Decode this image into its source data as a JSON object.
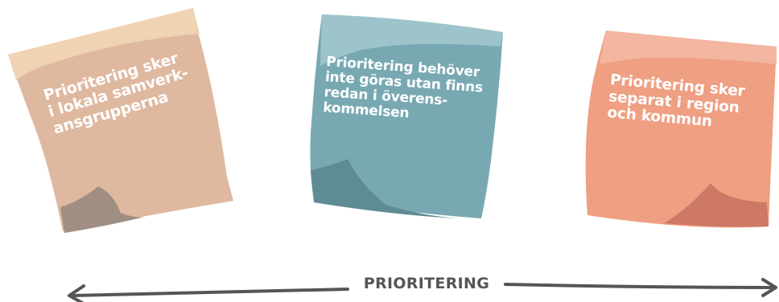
{
  "notes": [
    {
      "text": "Prioritering sker\ni lokala samverk-\nansgrupperna",
      "colors": {
        "body": "#dfb8a0",
        "top": "#efd3b3",
        "fold": "#a08e82"
      }
    },
    {
      "text": "Prioritering behöver\ninte göras utan finns\nredan i överens-\nkommelsen",
      "colors": {
        "body": "#78a9b2",
        "top": "#9dc3cb",
        "fold": "#5e8b94"
      }
    },
    {
      "text": "Prioritering sker\nseparat i region\noch kommun",
      "colors": {
        "body": "#ef9f82",
        "top": "#f3b6a0",
        "fold": "#cd7965"
      }
    }
  ],
  "axis": {
    "label": "PRIORITERING",
    "color": "#555555"
  }
}
